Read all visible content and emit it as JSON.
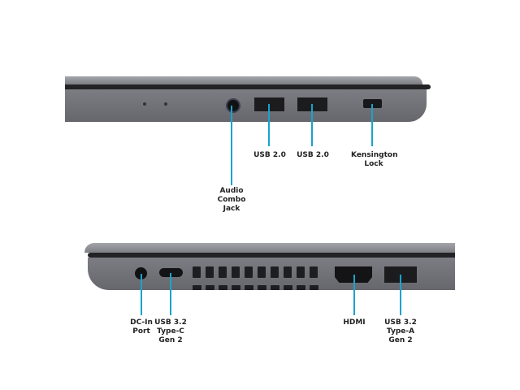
{
  "colors": {
    "callout": "#1aa3cc",
    "body": "#707178",
    "lid": "#8d8e94",
    "gap": "#232326"
  },
  "right_side": {
    "labels": {
      "audio": "Audio Combo Jack",
      "usb1": "USB 2.0",
      "usb2": "USB 2.0",
      "lock": "Kensington Lock"
    }
  },
  "left_side": {
    "labels": {
      "dc": "DC-In Port",
      "usbc": "USB 3.2 Type-C Gen 2",
      "hdmi": "HDMI",
      "usba": "USB 3.2 Type-A Gen 2"
    }
  }
}
